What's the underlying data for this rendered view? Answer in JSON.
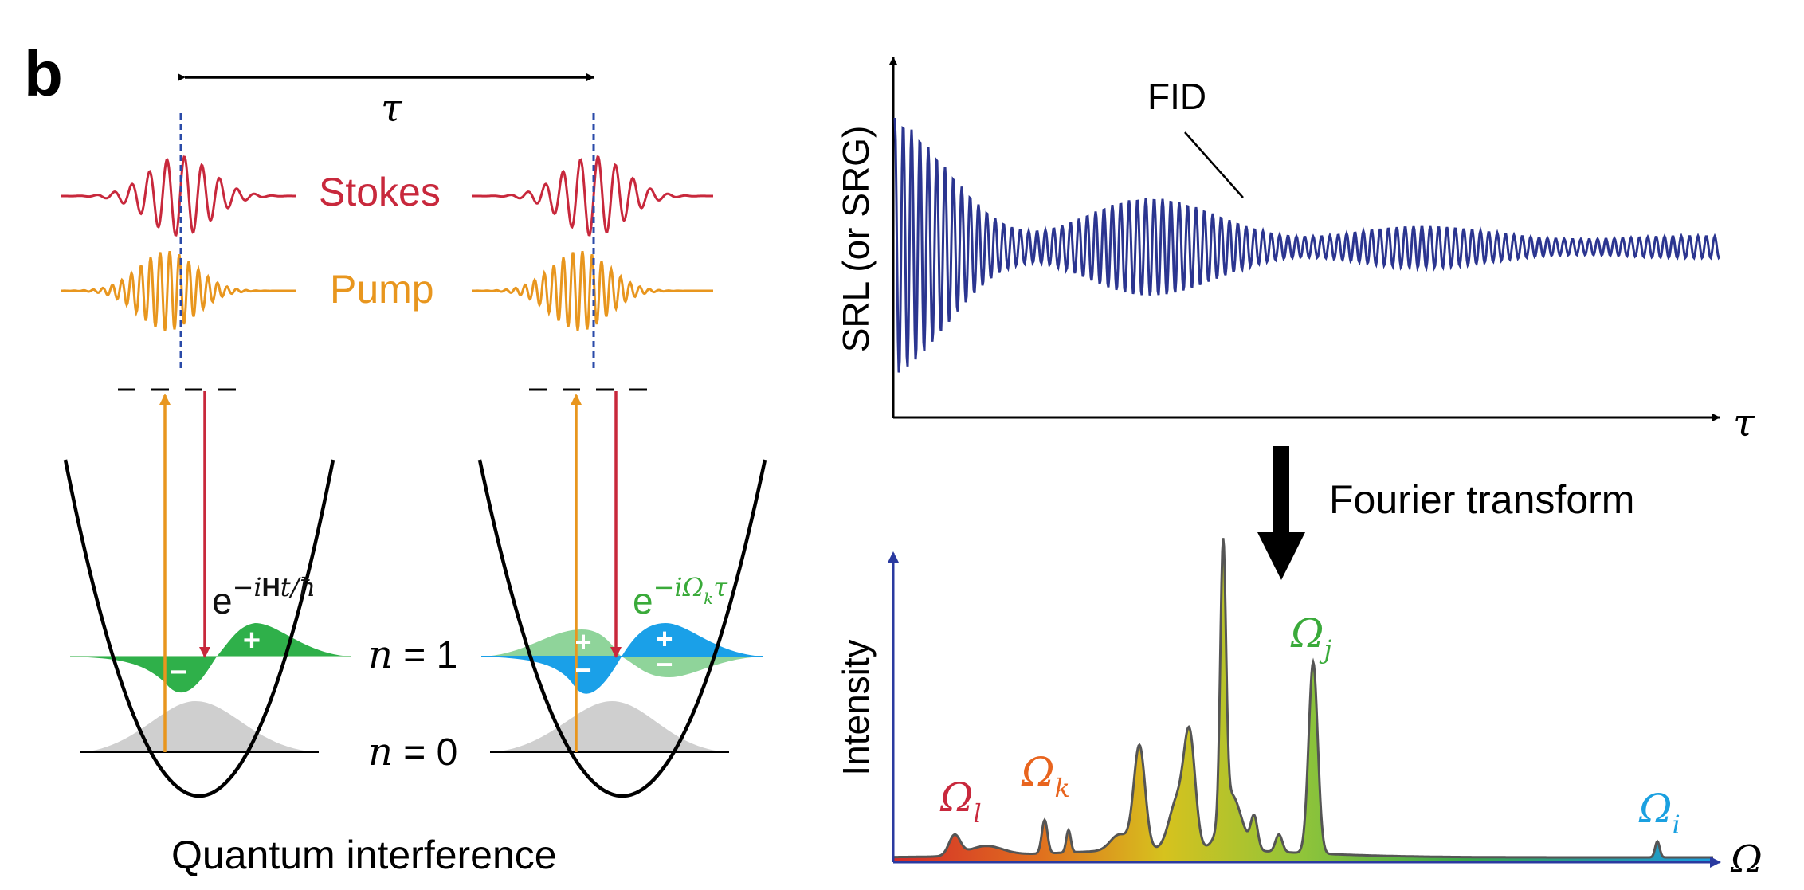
{
  "panel_label": "b",
  "left": {
    "delay_symbol": "τ",
    "stokes_label": "Stokes",
    "pump_label": "Pump",
    "operator_base": "e",
    "operator_exp_1": "−i",
    "operator_exp_2": "H",
    "operator_exp_3": "t/ħ",
    "phase_base": "e",
    "phase_exp_1": "−iΩ",
    "phase_exp_sub": "k",
    "phase_exp_2": "τ",
    "level_n1_var": "n",
    "level_n1_val": " = 1",
    "level_n0_var": "n",
    "level_n0_val": " = 0",
    "plus": "+",
    "minus": "−",
    "caption": "Quantum interference"
  },
  "right": {
    "top_plot": {
      "ylabel": "SRL (or SRG)",
      "xlabel": "τ",
      "annotation": "FID"
    },
    "transform_label": "Fourier transform",
    "bottom_plot": {
      "ylabel": "Intensity",
      "xlabel": "Ω",
      "peaks": [
        {
          "symbol": "Ω",
          "sub": "l",
          "color": "#c8283c"
        },
        {
          "symbol": "Ω",
          "sub": "k",
          "color": "#e8641e"
        },
        {
          "symbol": "Ω",
          "sub": "j",
          "color": "#3aaa3a"
        },
        {
          "symbol": "Ω",
          "sub": "i",
          "color": "#1aa0e0"
        }
      ]
    }
  },
  "colors": {
    "stokes": "#c8283c",
    "pump": "#e8961e",
    "marker": "#2a4aa8",
    "fid": "#2b3590",
    "axis": "#1a1f7a",
    "green": "#2fb04a",
    "light_green": "#8fd49a",
    "blue": "#1aa0e8",
    "gray": "#cfcfcf",
    "spectrum_line": "#555555"
  }
}
